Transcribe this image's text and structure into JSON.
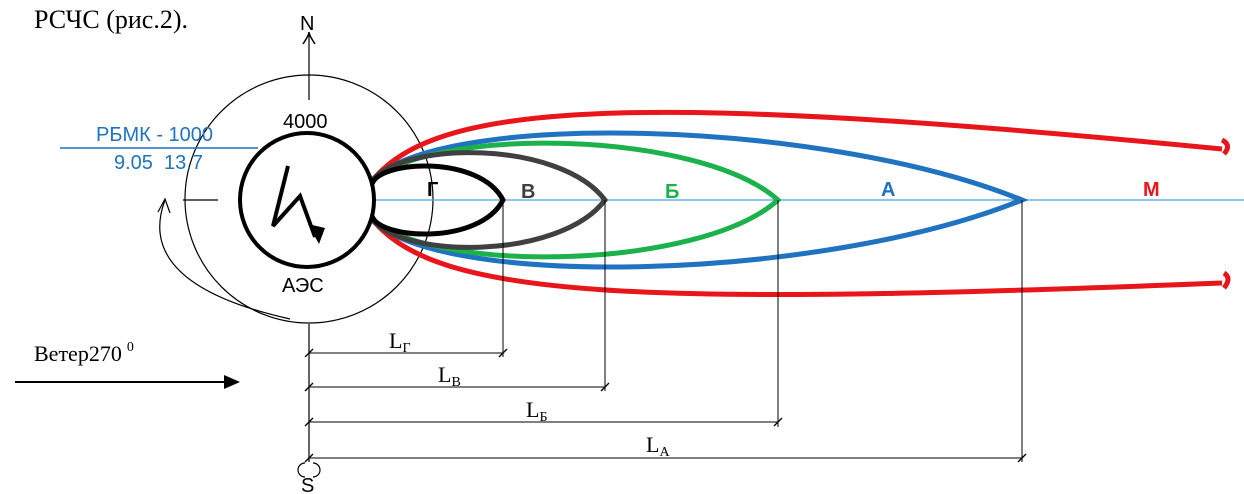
{
  "header_text": "РСЧС (рис.2).",
  "compass": {
    "north": "N",
    "south": "S"
  },
  "plant": {
    "label": "АЭС",
    "radius_label": "4000",
    "reactor_type": "РБМК - 1000",
    "reactor_values": "9.05  13.7"
  },
  "wind": {
    "label": "Ветер270",
    "degree": "0"
  },
  "zones": [
    {
      "id": "M",
      "label": "М",
      "color": "#e8151b"
    },
    {
      "id": "A",
      "label": "А",
      "color": "#1f73c0"
    },
    {
      "id": "B",
      "label": "Б",
      "color": "#1bb14b"
    },
    {
      "id": "V",
      "label": "В",
      "color": "#404040"
    },
    {
      "id": "G",
      "label": "Г",
      "color": "#000000"
    }
  ],
  "dimensions": [
    {
      "id": "LG",
      "main": "L",
      "sub": "Г"
    },
    {
      "id": "LV",
      "main": "L",
      "sub": "В"
    },
    {
      "id": "LB",
      "main": "L",
      "sub": "Б"
    },
    {
      "id": "LA",
      "main": "L",
      "sub": "А"
    }
  ],
  "colors": {
    "axis_line": "#4ea3e0",
    "reactor_text": "#1f73c0"
  }
}
